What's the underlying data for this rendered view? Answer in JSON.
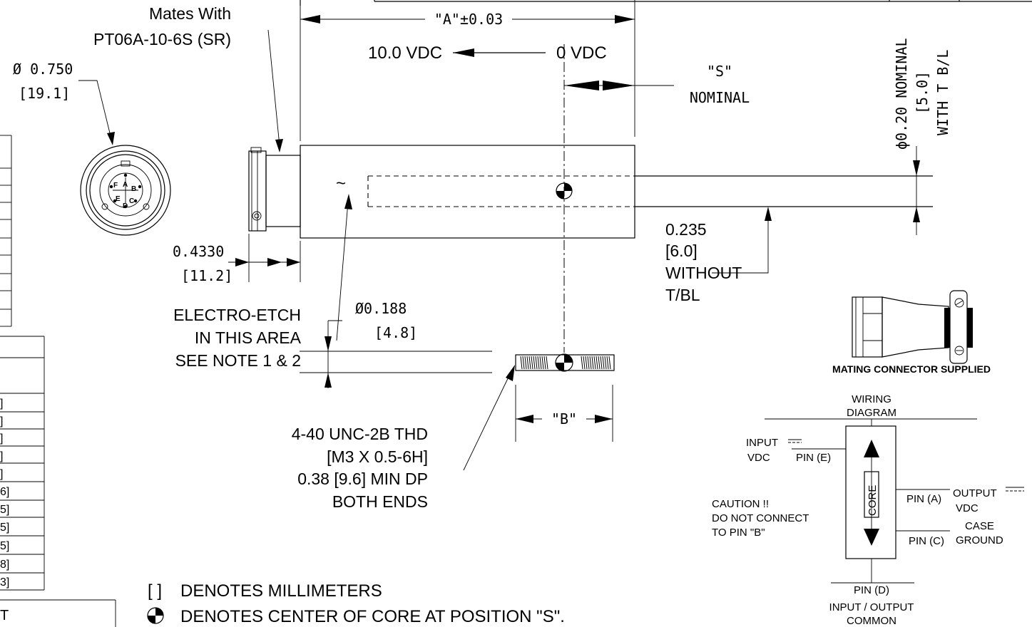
{
  "annotations": {
    "mates_with_line1": "Mates With",
    "mates_with_line2": "PT06A-10-6S (SR)",
    "dia_0750": "Ø 0.750",
    "dia_0750_mm": "[19.1]",
    "dim_A": "\"A\"±0.03",
    "vdc_10": "10.0 VDC",
    "vdc_0": "0 VDC",
    "dim_S": "\"S\"",
    "nominal": "NOMINAL",
    "lead_dia": "ϕ0.20 NOMINAL",
    "lead_dia_mm": "[5.0]",
    "lead_with_tbl": "WITH T B/L",
    "dim_0235": "0.235",
    "dim_0235_mm": "[6.0]",
    "without": "WITHOUT",
    "tbl": "T/BL",
    "dim_04330": "0.4330",
    "dim_04330_mm": "[11.2]",
    "electro_etch_1": "ELECTRO-ETCH",
    "electro_etch_2": "IN THIS AREA",
    "electro_etch_3": "SEE NOTE 1 & 2",
    "dia_0188": "Ø0.188",
    "dia_0188_mm": "[4.8]",
    "thread_1": "4-40 UNC-2B THD",
    "thread_2": "[M3 X 0.5-6H]",
    "thread_3": "0.38 [9.6] MIN DP",
    "thread_4": "BOTH ENDS",
    "dim_B": "\"B\"",
    "tilde": "~"
  },
  "connector": {
    "pins": [
      "A",
      "B",
      "C",
      "D",
      "E",
      "F"
    ],
    "mating_caption": "MATING CONNECTOR SUPPLIED"
  },
  "wiring": {
    "title_1": "WIRING",
    "title_2": "DIAGRAM",
    "input_1": "INPUT",
    "input_2": "VDC",
    "pin_e": "PIN (E)",
    "pin_a": "PIN (A)",
    "pin_c": "PIN (C)",
    "pin_d": "PIN (D)",
    "output_1": "OUTPUT",
    "output_2": "VDC",
    "case_1": "CASE",
    "case_2": "GROUND",
    "core": "CORE",
    "caution_1": "CAUTION !!",
    "caution_2": "DO NOT CONNECT",
    "caution_3": "TO  PIN  \"B\"",
    "common_1": "INPUT / OUTPUT",
    "common_2": "COMMON"
  },
  "legend": {
    "brackets_symbol": "[ ]",
    "brackets_text": "DENOTES MILLIMETERS",
    "core_text": "DENOTES CENTER OF CORE AT POSITION \"S\"."
  },
  "left_table": {
    "cells": [
      "]",
      "]",
      "]",
      "]",
      "]",
      "6]",
      "5]",
      "5]",
      "5]",
      "8]",
      "3]"
    ],
    "footer": "T"
  }
}
